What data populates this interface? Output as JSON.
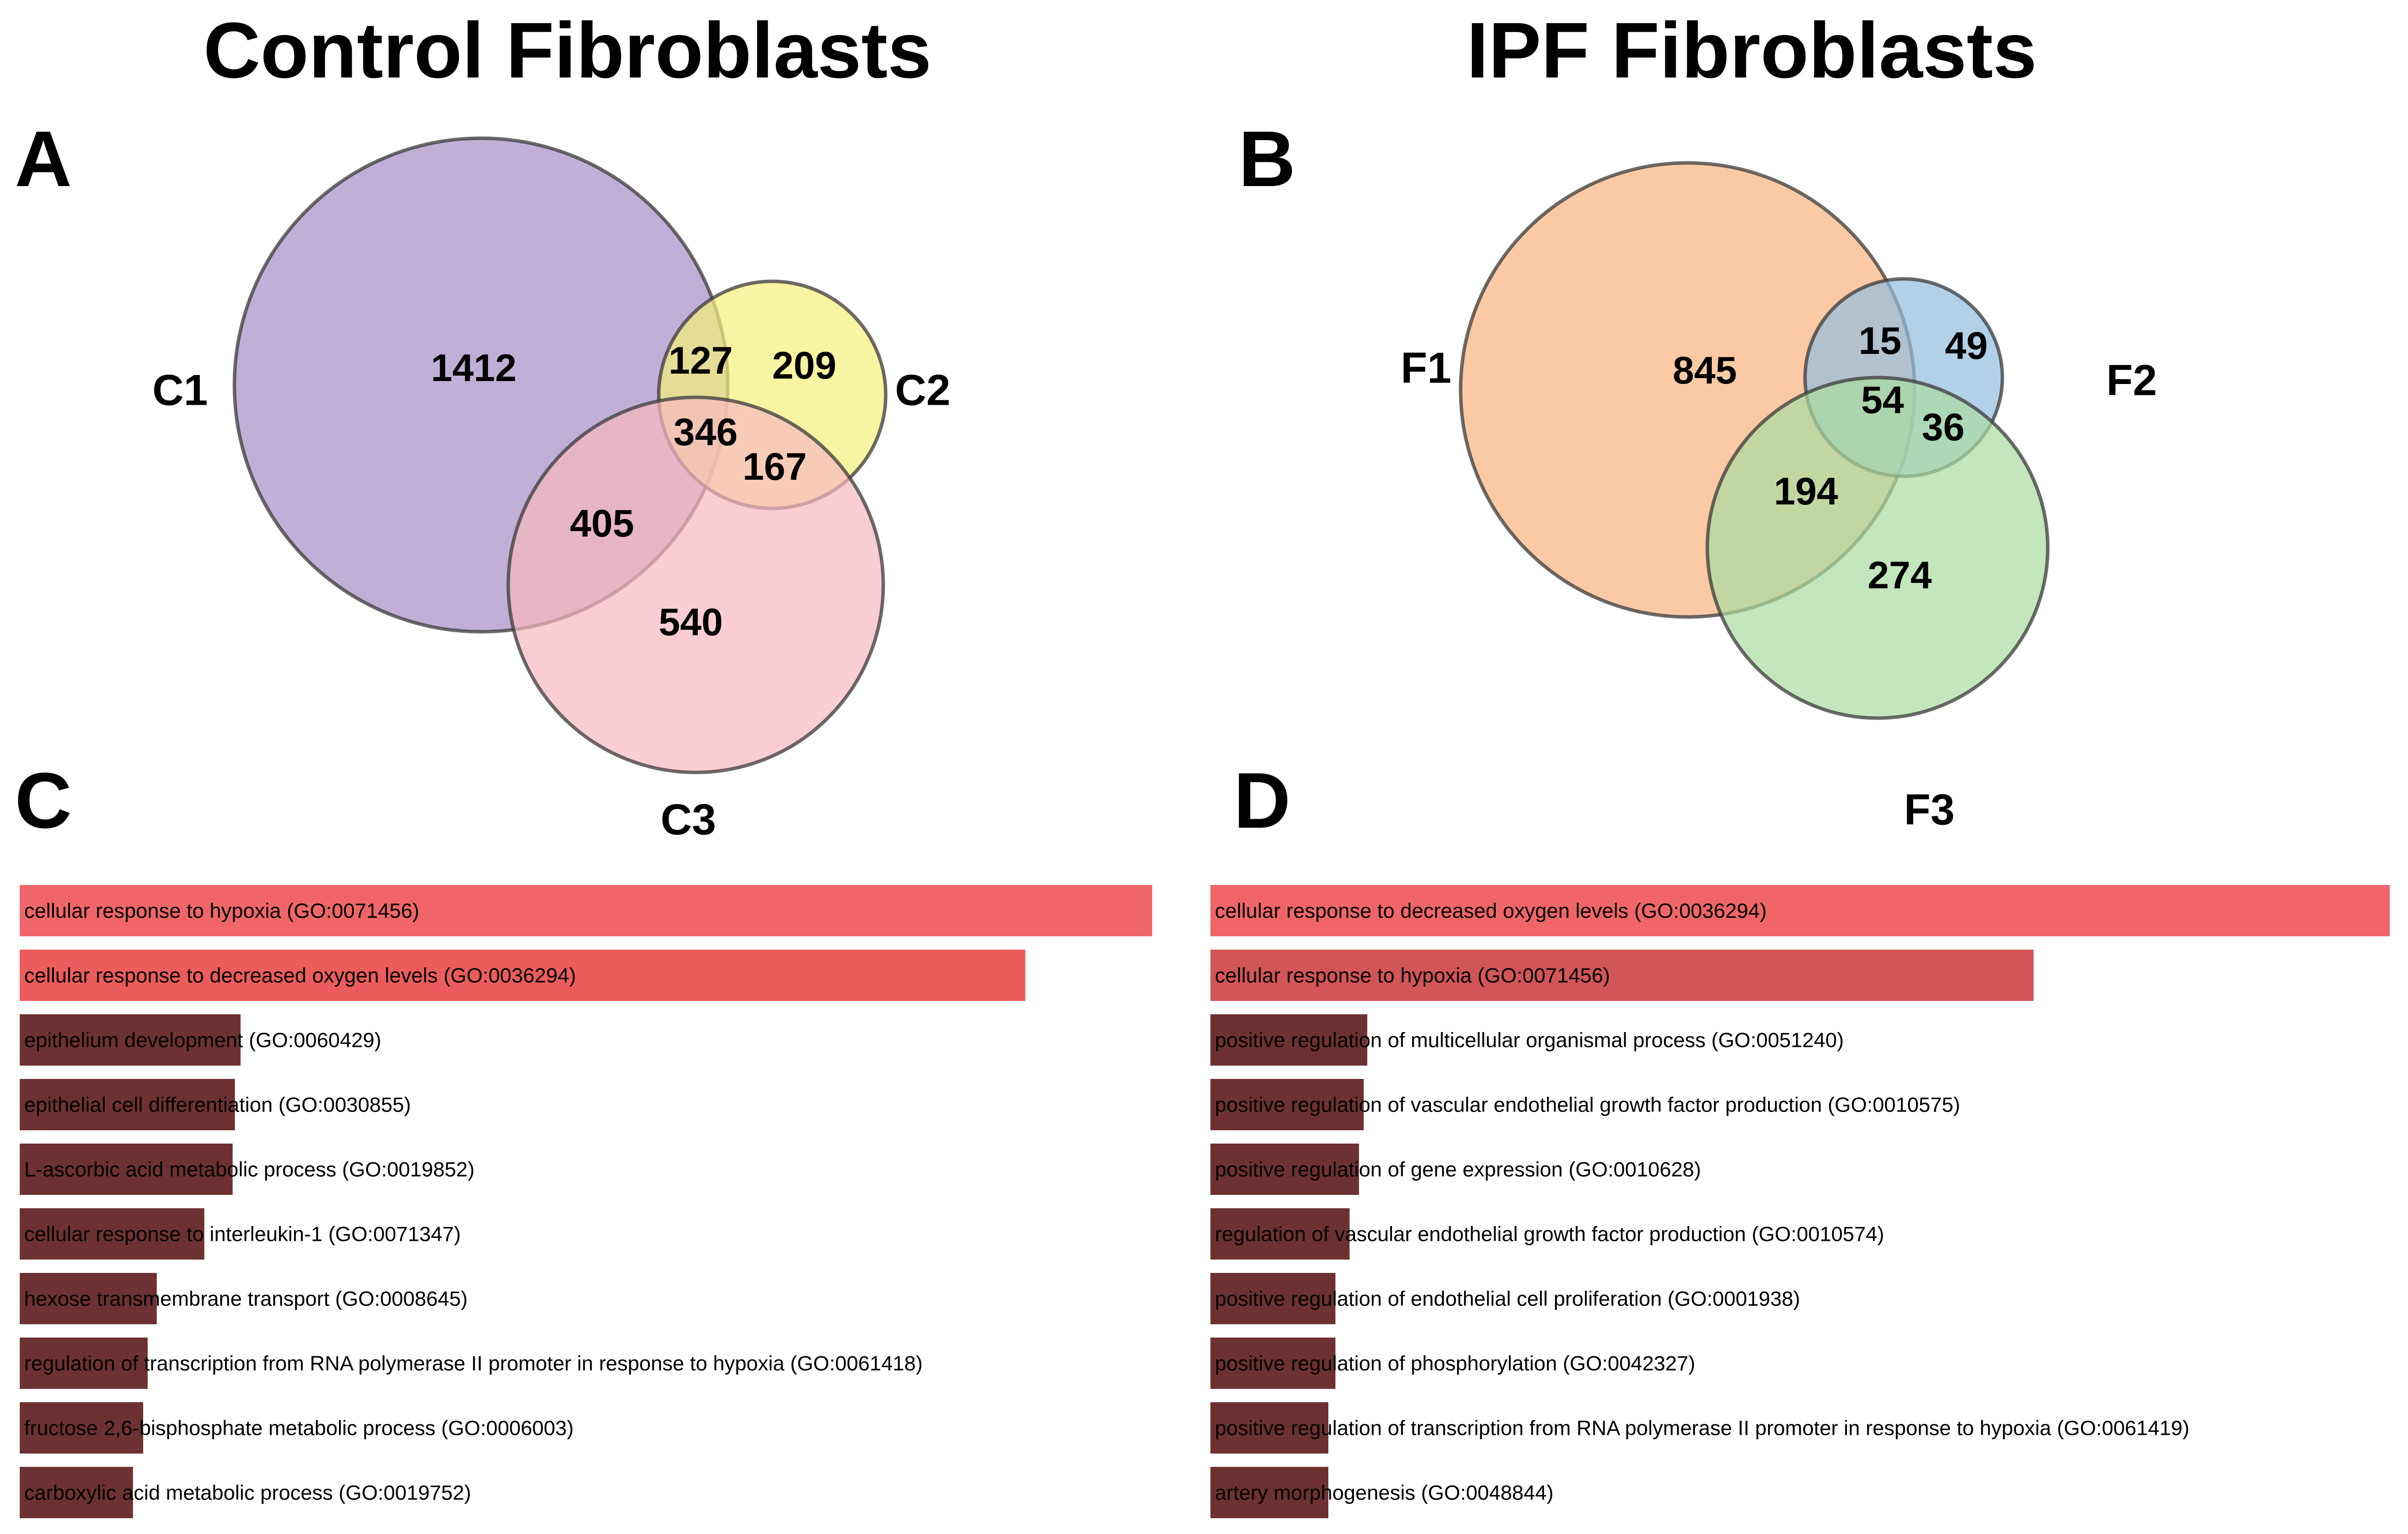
{
  "titles": {
    "left": "Control Fibroblasts",
    "right": "IPF Fibroblasts"
  },
  "panel_letters": {
    "a": "A",
    "b": "B",
    "c": "C",
    "d": "D"
  },
  "chart_data": [
    {
      "type": "venn",
      "panel": "A",
      "title": "Control Fibroblasts",
      "sets": [
        {
          "name": "C1",
          "color": "#a58fc6"
        },
        {
          "name": "C2",
          "color": "#f7f07a"
        },
        {
          "name": "C3",
          "color": "#f7b9c0"
        }
      ],
      "regions": [
        {
          "sets": [
            "C1"
          ],
          "value": "1412"
        },
        {
          "sets": [
            "C2"
          ],
          "value": "209"
        },
        {
          "sets": [
            "C3"
          ],
          "value": "540"
        },
        {
          "sets": [
            "C1",
            "C2"
          ],
          "value": "127"
        },
        {
          "sets": [
            "C1",
            "C3"
          ],
          "value": "405"
        },
        {
          "sets": [
            "C2",
            "C3"
          ],
          "value": "167"
        },
        {
          "sets": [
            "C1",
            "C2",
            "C3"
          ],
          "value": "346"
        }
      ]
    },
    {
      "type": "venn",
      "panel": "B",
      "title": "IPF Fibroblasts",
      "sets": [
        {
          "name": "F1",
          "color": "#f9b47d"
        },
        {
          "name": "F2",
          "color": "#91bde0"
        },
        {
          "name": "F3",
          "color": "#a9dca0"
        }
      ],
      "regions": [
        {
          "sets": [
            "F1"
          ],
          "value": "845"
        },
        {
          "sets": [
            "F2"
          ],
          "value": "49"
        },
        {
          "sets": [
            "F3"
          ],
          "value": "274"
        },
        {
          "sets": [
            "F1",
            "F2"
          ],
          "value": "15"
        },
        {
          "sets": [
            "F1",
            "F3"
          ],
          "value": "194"
        },
        {
          "sets": [
            "F2",
            "F3"
          ],
          "value": "36"
        },
        {
          "sets": [
            "F1",
            "F2",
            "F3"
          ],
          "value": "54"
        }
      ]
    },
    {
      "type": "bar",
      "orientation": "horizontal",
      "panel": "C",
      "colors": {
        "highlight": "#f06668",
        "default": "#6e3131"
      },
      "bars": [
        {
          "label": "cellular response to hypoxia (GO:0071456)",
          "value": 1.0,
          "color": "#f06668"
        },
        {
          "label": "cellular response to decreased oxygen levels (GO:0036294)",
          "value": 0.888,
          "color": "#ec5c5c"
        },
        {
          "label": "epithelium development (GO:0060429)",
          "value": 0.195,
          "color": "#6e3131"
        },
        {
          "label": "epithelial cell differentiation (GO:0030855)",
          "value": 0.19,
          "color": "#6e3131"
        },
        {
          "label": "L-ascorbic acid metabolic process (GO:0019852)",
          "value": 0.188,
          "color": "#6e3131"
        },
        {
          "label": "cellular response to interleukin-1 (GO:0071347)",
          "value": 0.163,
          "color": "#6e3131"
        },
        {
          "label": "hexose transmembrane transport (GO:0008645)",
          "value": 0.121,
          "color": "#6e3131"
        },
        {
          "label": "regulation of transcription from RNA polymerase II promoter in response to hypoxia (GO:0061418)",
          "value": 0.113,
          "color": "#6e3131"
        },
        {
          "label": "fructose 2,6-bisphosphate metabolic process (GO:0006003)",
          "value": 0.109,
          "color": "#6e3131"
        },
        {
          "label": "carboxylic acid metabolic process (GO:0019752)",
          "value": 0.1,
          "color": "#6e3131"
        }
      ]
    },
    {
      "type": "bar",
      "orientation": "horizontal",
      "panel": "D",
      "colors": {
        "highlight": "#f06668",
        "default": "#6e3131"
      },
      "bars": [
        {
          "label": "cellular response to decreased oxygen levels (GO:0036294)",
          "value": 1.0,
          "color": "#f06668"
        },
        {
          "label": "cellular response to hypoxia (GO:0071456)",
          "value": 0.698,
          "color": "#d25558"
        },
        {
          "label": "positive regulation of multicellular organismal process (GO:0051240)",
          "value": 0.133,
          "color": "#6e3131"
        },
        {
          "label": "positive regulation of vascular endothelial growth factor production (GO:0010575)",
          "value": 0.13,
          "color": "#6e3131"
        },
        {
          "label": "positive regulation of gene expression (GO:0010628)",
          "value": 0.126,
          "color": "#6e3131"
        },
        {
          "label": "regulation of vascular endothelial growth factor production (GO:0010574)",
          "value": 0.118,
          "color": "#6e3131"
        },
        {
          "label": "positive regulation of endothelial cell proliferation (GO:0001938)",
          "value": 0.106,
          "color": "#6e3131"
        },
        {
          "label": "positive regulation of phosphorylation (GO:0042327)",
          "value": 0.106,
          "color": "#6e3131"
        },
        {
          "label": "positive regulation of transcription from RNA polymerase II promoter in response to hypoxia (GO:0061419)",
          "value": 0.1,
          "color": "#6e3131"
        },
        {
          "label": "artery morphogenesis (GO:0048844)",
          "value": 0.1,
          "color": "#6e3131"
        }
      ]
    }
  ]
}
